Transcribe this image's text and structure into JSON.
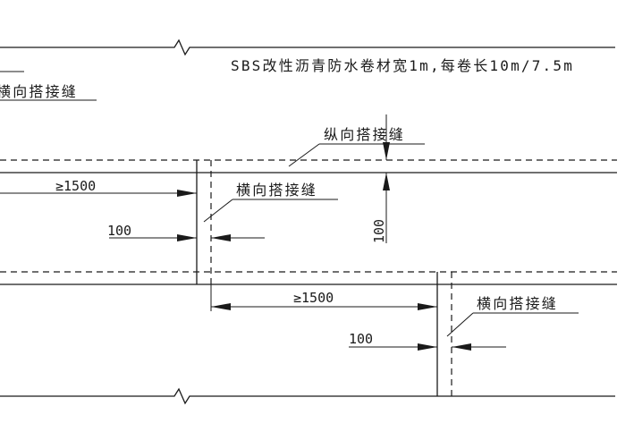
{
  "labels": {
    "material_note": "SBS改性沥青防水卷材宽1m,每卷长10m/7.5m",
    "transverse_lap": "横向搭接缝",
    "longitudinal_lap": "纵向搭接缝",
    "min_offset": "≥1500",
    "lap_width": "100",
    "longitudinal_lap_width": "100"
  }
}
